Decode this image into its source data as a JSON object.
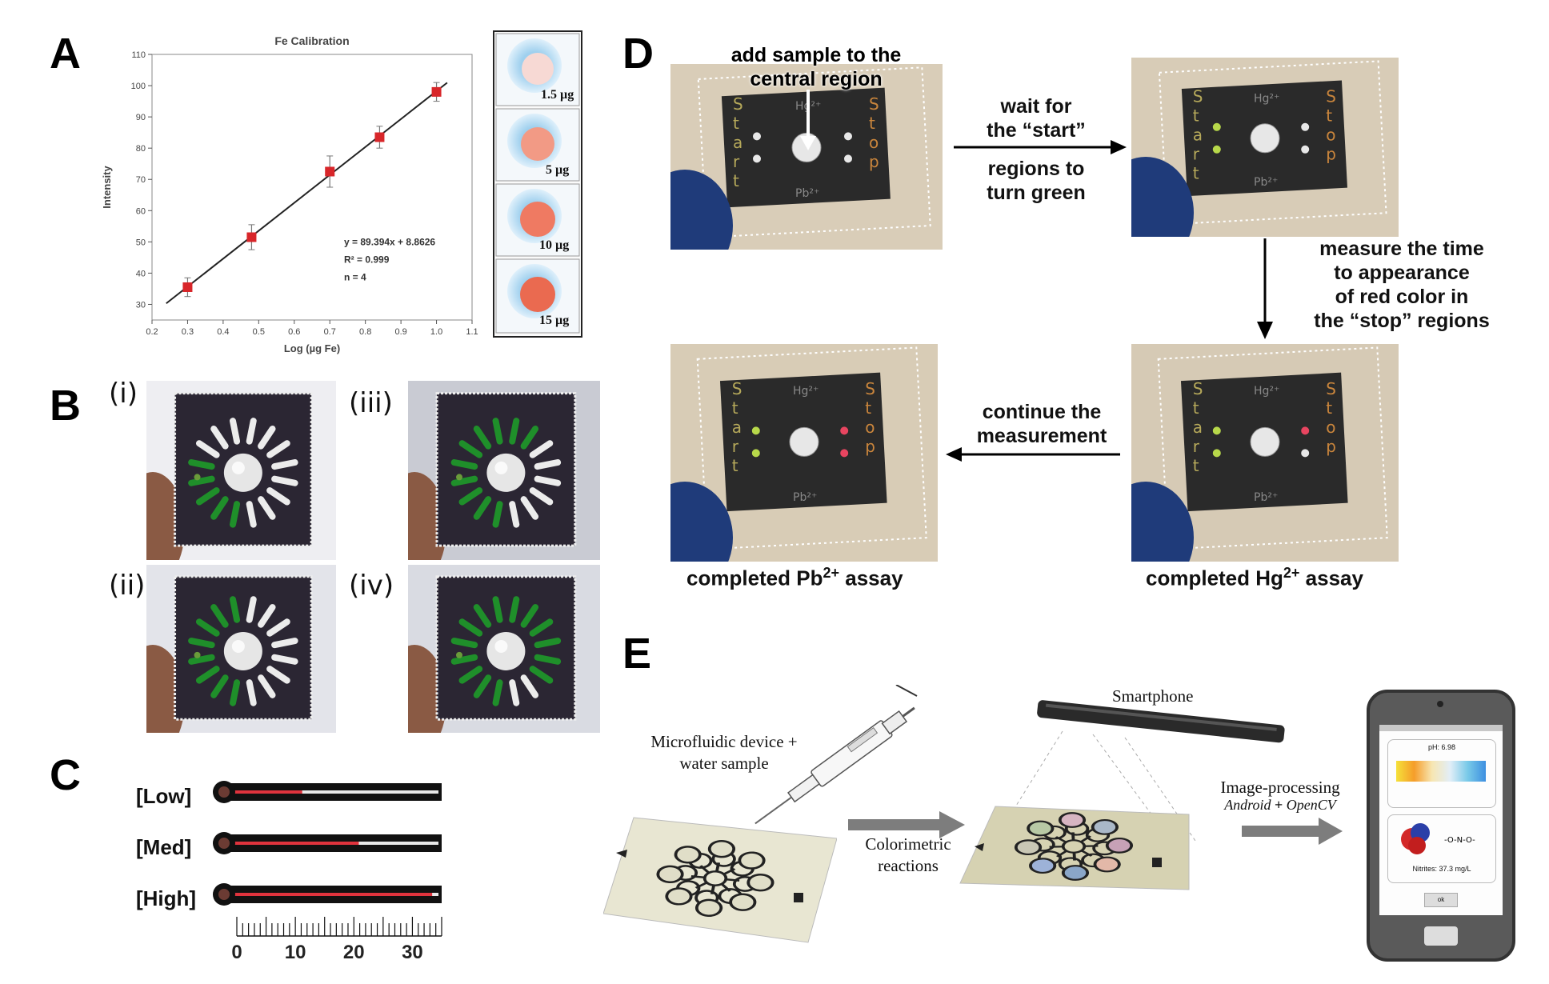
{
  "panels": {
    "A": "A",
    "B": "B",
    "C": "C",
    "D": "D",
    "E": "E"
  },
  "panelA": {
    "chart_data": {
      "type": "scatter",
      "title": "Fe Calibration",
      "xlabel": "Log (µg Fe)",
      "ylabel": "Intensity",
      "xlim": [
        0.2,
        1.1
      ],
      "ylim": [
        25,
        110
      ],
      "x_ticks": [
        "0.2",
        "0.3",
        "0.4",
        "0.5",
        "0.6",
        "0.7",
        "0.8",
        "0.9",
        "1.0",
        "1.1"
      ],
      "y_ticks": [
        "30",
        "40",
        "50",
        "60",
        "70",
        "80",
        "90",
        "100",
        "110"
      ],
      "points": [
        {
          "x": 0.3,
          "y": 35.5,
          "err": 3.0
        },
        {
          "x": 0.48,
          "y": 51.5,
          "err": 4.0
        },
        {
          "x": 0.7,
          "y": 72.5,
          "err": 5.0
        },
        {
          "x": 0.84,
          "y": 83.5,
          "err": 3.5
        },
        {
          "x": 1.0,
          "y": 98.0,
          "err": 3.0
        }
      ],
      "fit": {
        "slope": 89.394,
        "intercept": 8.8626
      },
      "annotations": [
        "y = 89.394x + 8.8626",
        "R² = 0.999",
        "n = 4"
      ],
      "marker_color": "#d8262a"
    },
    "spots": [
      "1.5 µg",
      "5 µg",
      "10 µg",
      "15 µg"
    ]
  },
  "panelB": {
    "labels": [
      "(i)",
      "(iii)",
      "(ii)",
      "(iv)"
    ],
    "green_bars": [
      5,
      10,
      8,
      14
    ]
  },
  "panelC": {
    "labels": [
      "[Low]",
      "[Med]",
      "[High]"
    ],
    "label_colors": [
      "#f0a060",
      "#e0333d",
      "#e0333d"
    ],
    "fill_fraction": [
      0.35,
      0.62,
      0.97
    ],
    "ruler_ticks": [
      "0",
      "10",
      "20",
      "30"
    ]
  },
  "panelD": {
    "top_annotation_1": "add sample to the",
    "top_annotation_2": "central region",
    "step1_1": "wait for",
    "step1_2": "the “start”",
    "step1_3": "regions to",
    "step1_4": "turn green",
    "step2_1": "measure the time",
    "step2_2": "to appearance",
    "step2_3": "of red color in",
    "step2_4": "the “stop” regions",
    "step3_1": "continue the",
    "step3_2": "measurement",
    "caption_pb_pre": "completed Pb",
    "caption_pb_sup": "2+",
    "caption_pb_post": " assay",
    "caption_hg_pre": "completed Hg",
    "caption_hg_sup": "2+",
    "caption_hg_post": " assay",
    "chip_start": "Start",
    "chip_stop": "Stop",
    "chip_hg": "Hg²⁺",
    "chip_pb": "Pb²⁺"
  },
  "panelE": {
    "device_label_1": "Microfluidic device +",
    "device_label_2": "water sample",
    "reaction_label_1": "Colorimetric",
    "reaction_label_2": "reactions",
    "phone_label": "Smartphone",
    "processing_label": "Image-processing",
    "processing_tools_a": "Android",
    "processing_tools_plus": " + ",
    "processing_tools_b": "OpenCV",
    "phone_ph": "pH: 6.98",
    "phone_nitrites": "Nitrites: 37.3 mg/L",
    "phone_ok": "ok"
  }
}
